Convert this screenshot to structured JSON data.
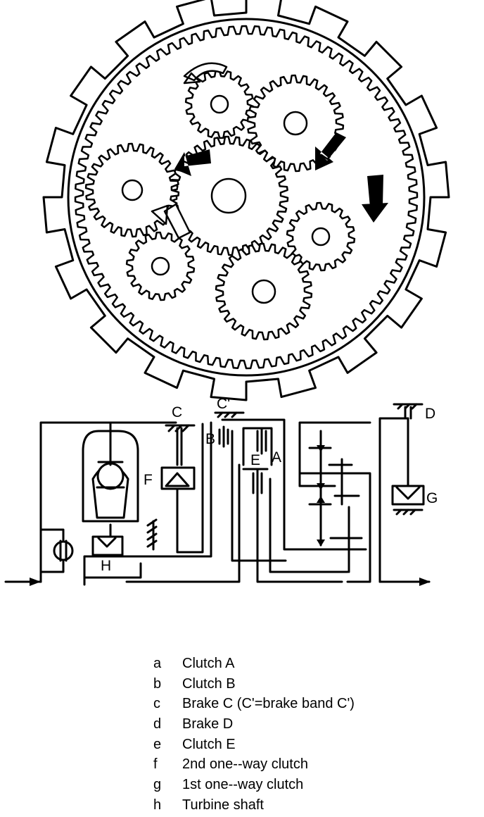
{
  "diagram": {
    "labels": {
      "C": "C",
      "C_prime": "C'",
      "B": "B",
      "A": "A",
      "E": "E",
      "F": "F",
      "D": "D",
      "G": "G",
      "H": "H"
    }
  },
  "legend": {
    "items": [
      {
        "key": "a",
        "text": "Clutch A"
      },
      {
        "key": "b",
        "text": "Clutch B"
      },
      {
        "key": "c",
        "text": "Brake C (C'=brake band C')"
      },
      {
        "key": "d",
        "text": "Brake D"
      },
      {
        "key": "e",
        "text": "Clutch E"
      },
      {
        "key": "f",
        "text": "2nd one--way clutch"
      },
      {
        "key": "g",
        "text": "1st one--way clutch"
      },
      {
        "key": "h",
        "text": "Turbine shaft"
      }
    ]
  },
  "icons": [
    "rotation-arrow-icon",
    "brake-ground-icon",
    "one-way-clutch-icon",
    "input-arrow-icon",
    "output-arrow-icon"
  ]
}
